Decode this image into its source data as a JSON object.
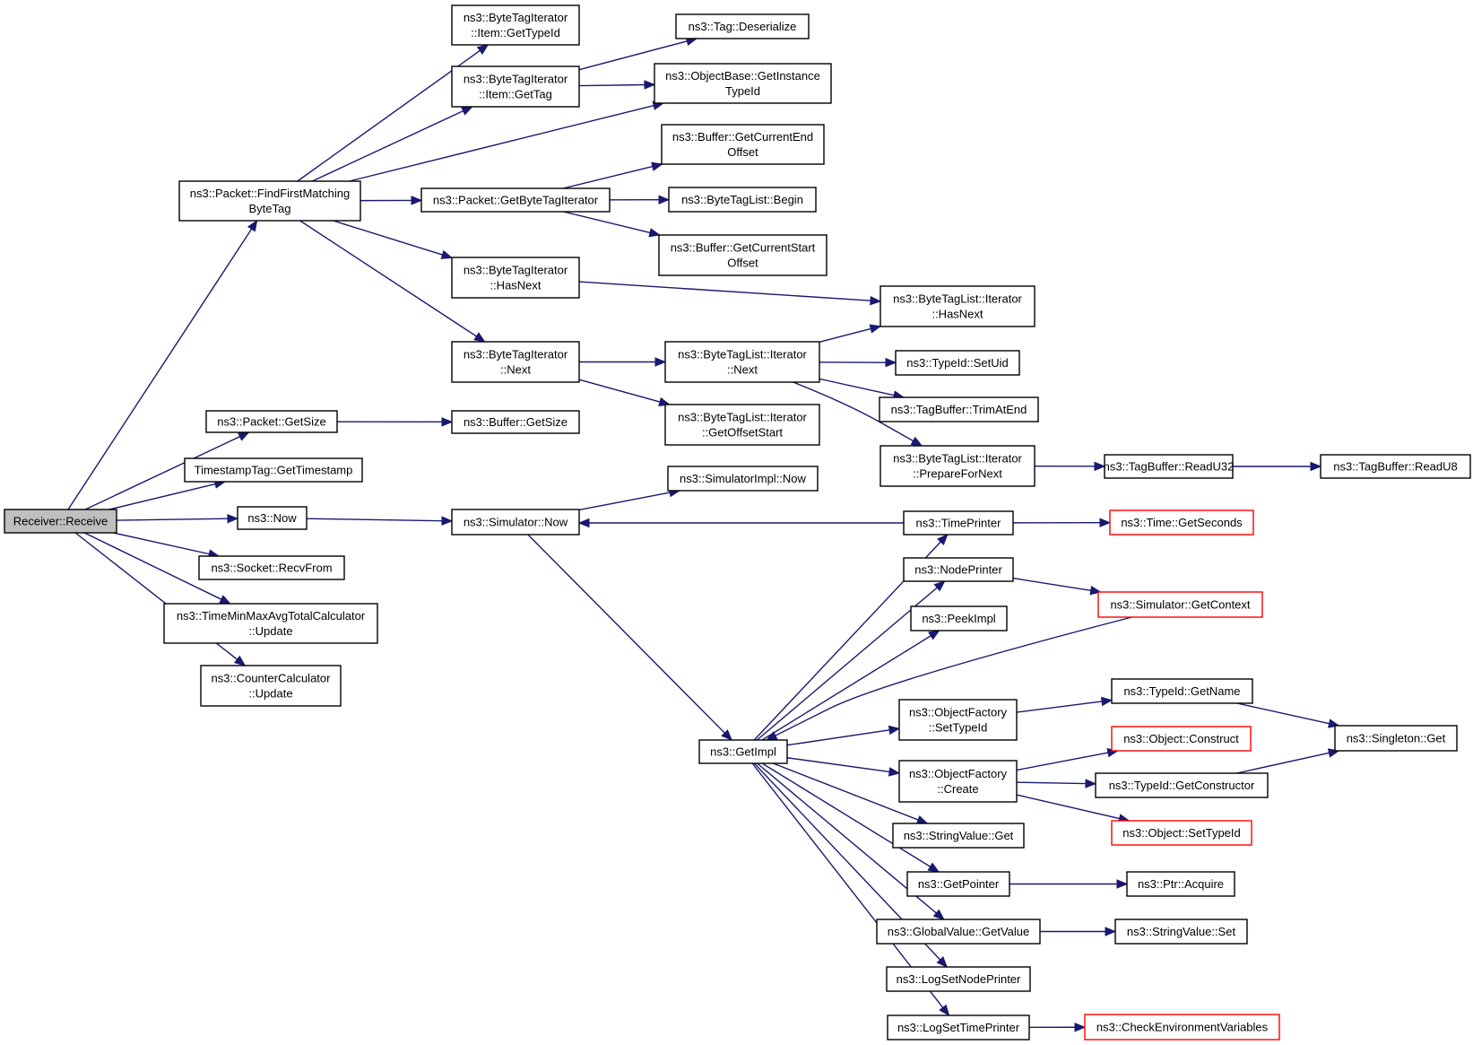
{
  "diagram": {
    "colors": {
      "edge": "#191970",
      "border": "#000000",
      "border_incomplete": "#ff0000",
      "root_fill": "#bfbfbf"
    },
    "nodes": [
      {
        "id": "receive",
        "lines": [
          "Receiver::Receive"
        ],
        "style": "root"
      },
      {
        "id": "findfirst",
        "lines": [
          "ns3::Packet::FindFirstMatching",
          "ByteTag"
        ]
      },
      {
        "id": "pkt_getsize",
        "lines": [
          "ns3::Packet::GetSize"
        ]
      },
      {
        "id": "ts_get",
        "lines": [
          "TimestampTag::GetTimestamp"
        ]
      },
      {
        "id": "ns3now",
        "lines": [
          "ns3::Now"
        ]
      },
      {
        "id": "recvfrom",
        "lines": [
          "ns3::Socket::RecvFrom"
        ]
      },
      {
        "id": "tmm_update",
        "lines": [
          "ns3::TimeMinMaxAvgTotalCalculator",
          "::Update"
        ]
      },
      {
        "id": "cc_update",
        "lines": [
          "ns3::CounterCalculator",
          "::Update"
        ]
      },
      {
        "id": "bti_item_gettypeid",
        "lines": [
          "ns3::ByteTagIterator",
          "::Item::GetTypeId"
        ]
      },
      {
        "id": "bti_item_gettag",
        "lines": [
          "ns3::ByteTagIterator",
          "::Item::GetTag"
        ]
      },
      {
        "id": "pkt_getbti",
        "lines": [
          "ns3::Packet::GetByteTagIterator"
        ]
      },
      {
        "id": "bti_hasnext",
        "lines": [
          "ns3::ByteTagIterator",
          "::HasNext"
        ]
      },
      {
        "id": "bti_next",
        "lines": [
          "ns3::ByteTagIterator",
          "::Next"
        ]
      },
      {
        "id": "buf_getsize",
        "lines": [
          "ns3::Buffer::GetSize"
        ]
      },
      {
        "id": "sim_now",
        "lines": [
          "ns3::Simulator::Now"
        ]
      },
      {
        "id": "tag_deser",
        "lines": [
          "ns3::Tag::Deserialize"
        ]
      },
      {
        "id": "ob_getinst",
        "lines": [
          "ns3::ObjectBase::GetInstance",
          "TypeId"
        ]
      },
      {
        "id": "buf_curend",
        "lines": [
          "ns3::Buffer::GetCurrentEnd",
          "Offset"
        ]
      },
      {
        "id": "btl_begin",
        "lines": [
          "ns3::ByteTagList::Begin"
        ]
      },
      {
        "id": "buf_curstart",
        "lines": [
          "ns3::Buffer::GetCurrentStart",
          "Offset"
        ]
      },
      {
        "id": "btl_it_hasnext",
        "lines": [
          "ns3::ByteTagList::Iterator",
          "::HasNext"
        ]
      },
      {
        "id": "btl_it_next",
        "lines": [
          "ns3::ByteTagList::Iterator",
          "::Next"
        ]
      },
      {
        "id": "btl_it_getoff",
        "lines": [
          "ns3::ByteTagList::Iterator",
          "::GetOffsetStart"
        ]
      },
      {
        "id": "typeid_setuid",
        "lines": [
          "ns3::TypeId::SetUid"
        ]
      },
      {
        "id": "tb_trim",
        "lines": [
          "ns3::TagBuffer::TrimAtEnd"
        ]
      },
      {
        "id": "btl_it_prep",
        "lines": [
          "ns3::ByteTagList::Iterator",
          "::PrepareForNext"
        ]
      },
      {
        "id": "tb_readu32",
        "lines": [
          "ns3::TagBuffer::ReadU32"
        ]
      },
      {
        "id": "tb_readu8",
        "lines": [
          "ns3::TagBuffer::ReadU8"
        ]
      },
      {
        "id": "simimpl_now",
        "lines": [
          "ns3::SimulatorImpl::Now"
        ]
      },
      {
        "id": "timeprinter",
        "lines": [
          "ns3::TimePrinter"
        ]
      },
      {
        "id": "time_getsec",
        "lines": [
          "ns3::Time::GetSeconds"
        ],
        "style": "red"
      },
      {
        "id": "nodeprinter",
        "lines": [
          "ns3::NodePrinter"
        ]
      },
      {
        "id": "sim_getctx",
        "lines": [
          "ns3::Simulator::GetContext"
        ],
        "style": "red"
      },
      {
        "id": "peekimpl",
        "lines": [
          "ns3::PeekImpl"
        ]
      },
      {
        "id": "getimpl",
        "lines": [
          "ns3::GetImpl"
        ]
      },
      {
        "id": "of_settypeid",
        "lines": [
          "ns3::ObjectFactory",
          "::SetTypeId"
        ]
      },
      {
        "id": "of_create",
        "lines": [
          "ns3::ObjectFactory",
          "::Create"
        ]
      },
      {
        "id": "typeid_getname",
        "lines": [
          "ns3::TypeId::GetName"
        ]
      },
      {
        "id": "obj_construct",
        "lines": [
          "ns3::Object::Construct"
        ],
        "style": "red"
      },
      {
        "id": "typeid_getctor",
        "lines": [
          "ns3::TypeId::GetConstructor"
        ]
      },
      {
        "id": "obj_settypeid",
        "lines": [
          "ns3::Object::SetTypeId"
        ],
        "style": "red"
      },
      {
        "id": "singleton_get",
        "lines": [
          "ns3::Singleton::Get"
        ]
      },
      {
        "id": "strval_get",
        "lines": [
          "ns3::StringValue::Get"
        ]
      },
      {
        "id": "getpointer",
        "lines": [
          "ns3::GetPointer"
        ]
      },
      {
        "id": "ptr_acquire",
        "lines": [
          "ns3::Ptr::Acquire"
        ]
      },
      {
        "id": "gv_getvalue",
        "lines": [
          "ns3::GlobalValue::GetValue"
        ]
      },
      {
        "id": "strval_set",
        "lines": [
          "ns3::StringValue::Set"
        ]
      },
      {
        "id": "logsetnode",
        "lines": [
          "ns3::LogSetNodePrinter"
        ]
      },
      {
        "id": "logsettime",
        "lines": [
          "ns3::LogSetTimePrinter"
        ]
      },
      {
        "id": "checkenv",
        "lines": [
          "ns3::CheckEnvironmentVariables"
        ],
        "style": "red"
      }
    ],
    "edges": [
      [
        "receive",
        "findfirst"
      ],
      [
        "receive",
        "pkt_getsize"
      ],
      [
        "receive",
        "ts_get"
      ],
      [
        "receive",
        "ns3now"
      ],
      [
        "receive",
        "recvfrom"
      ],
      [
        "receive",
        "tmm_update"
      ],
      [
        "receive",
        "cc_update"
      ],
      [
        "findfirst",
        "bti_item_gettypeid"
      ],
      [
        "findfirst",
        "bti_item_gettag"
      ],
      [
        "findfirst",
        "ob_getinst"
      ],
      [
        "findfirst",
        "pkt_getbti"
      ],
      [
        "findfirst",
        "bti_hasnext"
      ],
      [
        "findfirst",
        "bti_next"
      ],
      [
        "bti_item_gettag",
        "tag_deser"
      ],
      [
        "bti_item_gettag",
        "ob_getinst"
      ],
      [
        "pkt_getbti",
        "buf_curend"
      ],
      [
        "pkt_getbti",
        "btl_begin"
      ],
      [
        "pkt_getbti",
        "buf_curstart"
      ],
      [
        "bti_hasnext",
        "btl_it_hasnext"
      ],
      [
        "bti_next",
        "btl_it_next"
      ],
      [
        "bti_next",
        "btl_it_getoff"
      ],
      [
        "btl_it_next",
        "btl_it_hasnext"
      ],
      [
        "btl_it_next",
        "typeid_setuid"
      ],
      [
        "btl_it_next",
        "tb_trim"
      ],
      [
        "btl_it_next",
        "btl_it_prep"
      ],
      [
        "btl_it_prep",
        "tb_readu32"
      ],
      [
        "tb_readu32",
        "tb_readu8"
      ],
      [
        "pkt_getsize",
        "buf_getsize"
      ],
      [
        "ns3now",
        "sim_now"
      ],
      [
        "sim_now",
        "simimpl_now"
      ],
      [
        "sim_now",
        "getimpl"
      ],
      [
        "timeprinter",
        "sim_now"
      ],
      [
        "timeprinter",
        "time_getsec"
      ],
      [
        "nodeprinter",
        "sim_getctx"
      ],
      [
        "sim_getctx",
        "getimpl"
      ],
      [
        "getimpl",
        "timeprinter"
      ],
      [
        "getimpl",
        "nodeprinter"
      ],
      [
        "getimpl",
        "peekimpl"
      ],
      [
        "getimpl",
        "of_settypeid"
      ],
      [
        "getimpl",
        "of_create"
      ],
      [
        "getimpl",
        "strval_get"
      ],
      [
        "getimpl",
        "getpointer"
      ],
      [
        "getimpl",
        "gv_getvalue"
      ],
      [
        "getimpl",
        "logsetnode"
      ],
      [
        "getimpl",
        "logsettime"
      ],
      [
        "of_settypeid",
        "typeid_getname"
      ],
      [
        "typeid_getname",
        "singleton_get"
      ],
      [
        "of_create",
        "obj_construct"
      ],
      [
        "of_create",
        "typeid_getctor"
      ],
      [
        "of_create",
        "obj_settypeid"
      ],
      [
        "typeid_getctor",
        "singleton_get"
      ],
      [
        "getpointer",
        "ptr_acquire"
      ],
      [
        "gv_getvalue",
        "strval_set"
      ],
      [
        "logsettime",
        "checkenv"
      ]
    ]
  }
}
